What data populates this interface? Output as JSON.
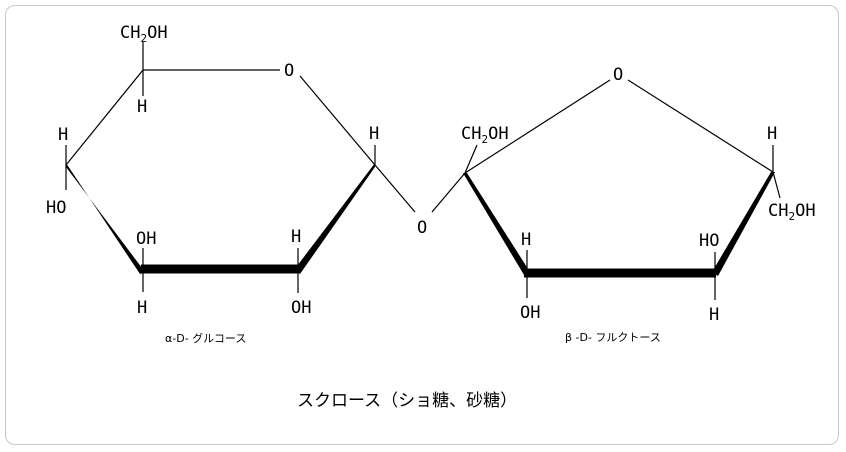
{
  "diagram": {
    "glucose_ring": {
      "ring_oxygen": "O",
      "c5_top": {
        "group": "CH",
        "sub": "2",
        "group_end": "OH",
        "h": "H"
      },
      "c4_left": {
        "h": "H",
        "ho": "HO"
      },
      "c3": {
        "oh": "OH",
        "h": "H"
      },
      "c2": {
        "h": "H",
        "oh": "OH"
      },
      "c1_right": {
        "h": "H"
      },
      "caption": "α-D- グルコース"
    },
    "glycosidic_oxygen": "O",
    "fructose_ring": {
      "ring_oxygen": "O",
      "c2_left": {
        "group": "CH",
        "sub": "2",
        "group_end": "OH"
      },
      "c3": {
        "h": "H",
        "oh": "OH"
      },
      "c4": {
        "ho": "HO",
        "h": "H"
      },
      "c5_right": {
        "h": "H",
        "group": "CH",
        "sub": "2",
        "group_end": "OH"
      },
      "caption": "β -D- フルクトース"
    },
    "title": "スクロース（ショ糖、砂糖）"
  }
}
